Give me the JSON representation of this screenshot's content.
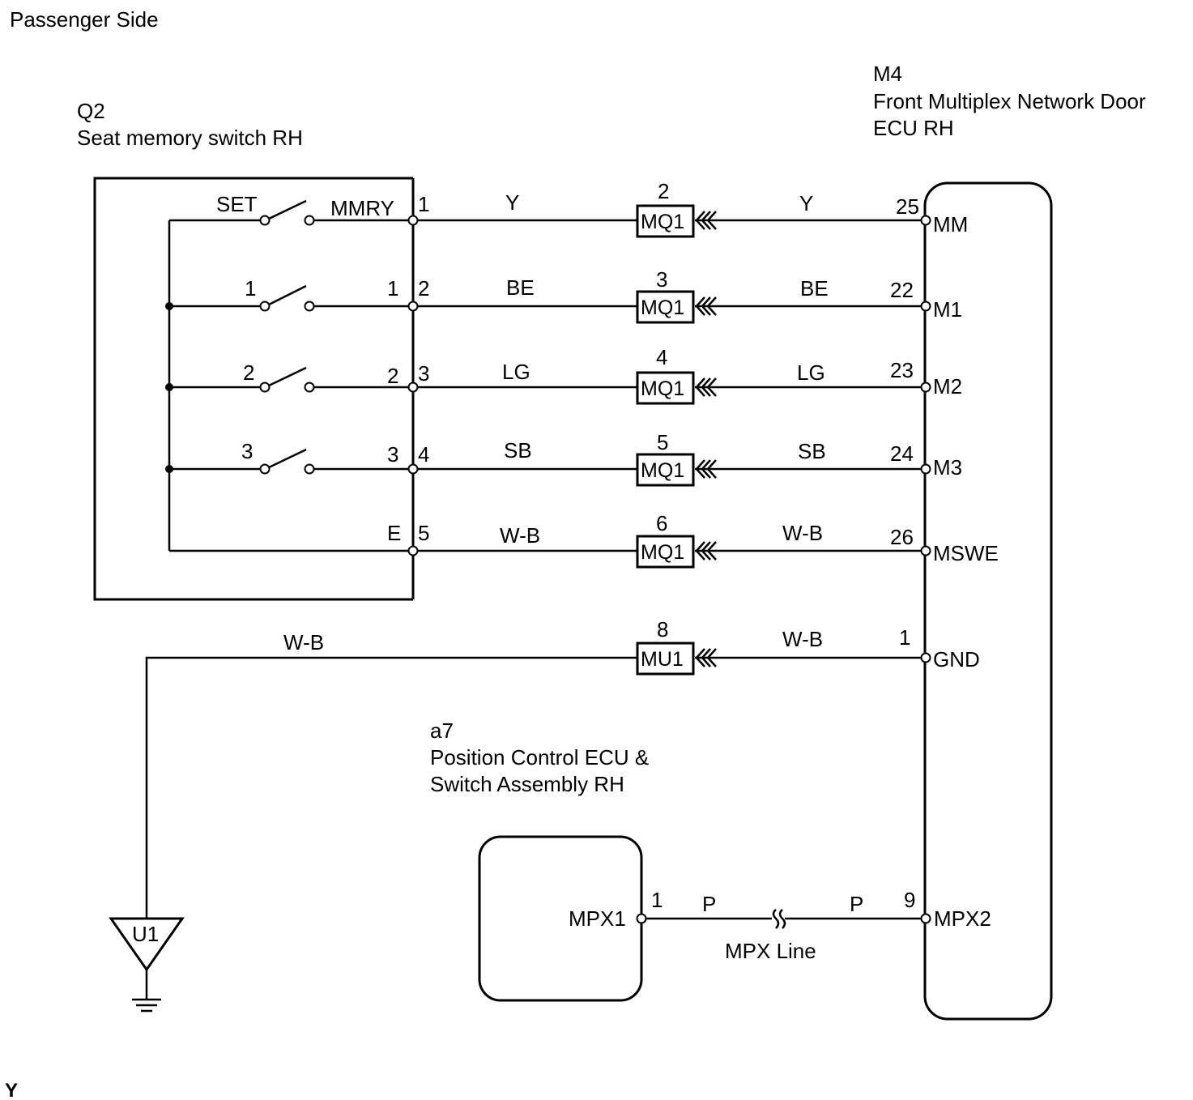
{
  "header": {
    "title": "Passenger Side"
  },
  "components": {
    "q2": {
      "code": "Q2",
      "name": "Seat memory switch RH"
    },
    "m4": {
      "code": "M4",
      "name_line1": "Front Multiplex Network Door",
      "name_line2": "ECU RH"
    },
    "a7": {
      "code": "a7",
      "name_line1": "Position Control ECU &",
      "name_line2": "Switch Assembly RH"
    },
    "u1": {
      "code": "U1"
    }
  },
  "switches": {
    "set": {
      "label": "SET",
      "output": "MMRY"
    },
    "s1": {
      "label": "1",
      "output": "1"
    },
    "s2": {
      "label": "2",
      "output": "2"
    },
    "s3": {
      "label": "3",
      "output": "3"
    },
    "common": {
      "output": "E"
    }
  },
  "wires": [
    {
      "q2_pin": "1",
      "color_left": "Y",
      "connector": "MQ1",
      "connector_pin": "2",
      "color_right": "Y",
      "m4_pin": "25",
      "m4_terminal": "MM"
    },
    {
      "q2_pin": "2",
      "color_left": "BE",
      "connector": "MQ1",
      "connector_pin": "3",
      "color_right": "BE",
      "m4_pin": "22",
      "m4_terminal": "M1"
    },
    {
      "q2_pin": "3",
      "color_left": "LG",
      "connector": "MQ1",
      "connector_pin": "4",
      "color_right": "LG",
      "m4_pin": "23",
      "m4_terminal": "M2"
    },
    {
      "q2_pin": "4",
      "color_left": "SB",
      "connector": "MQ1",
      "connector_pin": "5",
      "color_right": "SB",
      "m4_pin": "24",
      "m4_terminal": "M3"
    },
    {
      "q2_pin": "5",
      "color_left": "W-B",
      "connector": "MQ1",
      "connector_pin": "6",
      "color_right": "W-B",
      "m4_pin": "26",
      "m4_terminal": "MSWE"
    }
  ],
  "ground_wire": {
    "color_left": "W-B",
    "connector": "MU1",
    "connector_pin": "8",
    "color_right": "W-B",
    "m4_pin": "1",
    "m4_terminal": "GND"
  },
  "mpx": {
    "a7_terminal": "MPX1",
    "a7_pin": "1",
    "color_left": "P",
    "color_right": "P",
    "m4_pin": "9",
    "m4_terminal": "MPX2",
    "line_label": "MPX Line"
  },
  "footer": {
    "mark": "Y"
  }
}
